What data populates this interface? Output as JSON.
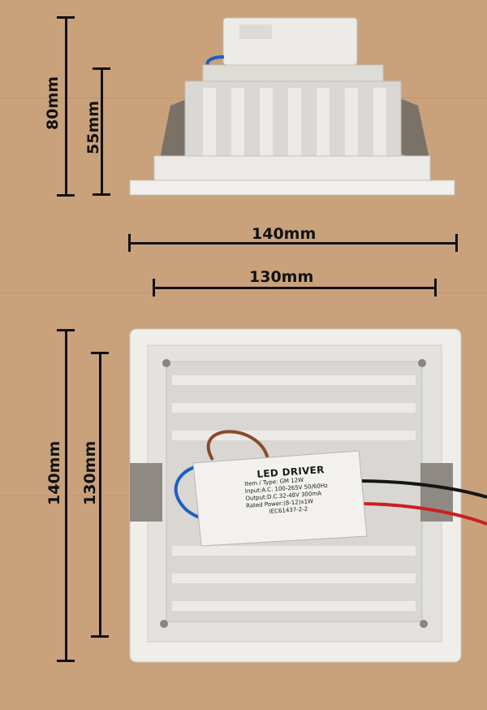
{
  "dimensions": {
    "height_total": "80mm",
    "height_body": "55mm",
    "width_outer": "140mm",
    "width_inner": "130mm",
    "side_outer": "140mm",
    "side_inner": "130mm"
  },
  "driver_label": {
    "title": "LED DRIVER",
    "item_type": "Item / Type: GM 12W",
    "input": "Input:A.C. 100-265V 50/60Hz",
    "output": "Output:D.C.32-48V 300mA",
    "rated_power": "Rated Power:(8-12)x1W",
    "standard": "IEC61437-2-2"
  },
  "colors": {
    "cardboard": "#c9a27c",
    "fixture_white": "#e9e9e6",
    "heatsink_gray": "#d6d6d3",
    "wire_red": "#cc1f1f",
    "wire_blue": "#1d5fc4",
    "wire_brown": "#8a4a2a"
  }
}
